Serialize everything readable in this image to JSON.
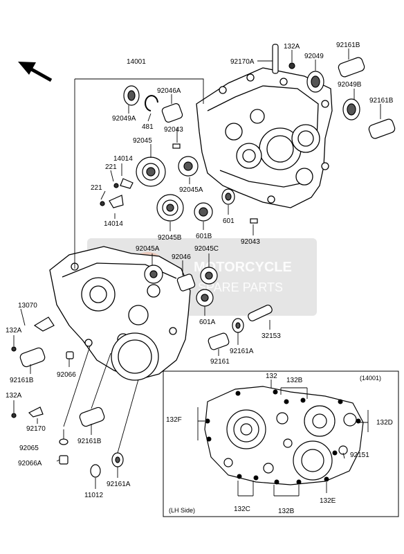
{
  "diagram": {
    "watermark": {
      "line1": "MOTORCYCLE",
      "line2": "SPARE PARTS"
    },
    "inset": {
      "header": "(14001)",
      "footer": "(LH Side)"
    },
    "labels": {
      "p14001": "14001",
      "p92170A": "92170A",
      "p132A_top": "132A",
      "p92049": "92049",
      "p92161B_top": "92161B",
      "p92049A": "92049A",
      "p92046A": "92046A",
      "p92049B": "92049B",
      "p92161B_right": "92161B",
      "p481": "481",
      "p92043_upper": "92043",
      "p92045": "92045",
      "p14014_a": "14014",
      "p221_a": "221",
      "p221_b": "221",
      "p14014_b": "14014",
      "p92045A_upper": "92045A",
      "p601": "601",
      "p601B": "601B",
      "p92045B": "92045B",
      "p92043_lower": "92043",
      "p92045A_lower": "92045A",
      "p92045C": "92045C",
      "p92046": "92046",
      "p601A": "601A",
      "p13070": "13070",
      "p132A_left": "132A",
      "p92161B_left": "92161B",
      "p92066": "92066",
      "p32153": "32153",
      "p92161A_mid": "92161A",
      "p92161": "92161",
      "p132A_low": "132A",
      "p92170": "92170",
      "p92161B_low": "92161B",
      "p92065": "92065",
      "p92066A": "92066A",
      "p11012": "11012",
      "p92161A_low": "92161A",
      "i132": "132",
      "i132B_top": "132B",
      "i132F": "132F",
      "i132D": "132D",
      "i92151": "92151",
      "i132C": "132C",
      "i132B_bottom": "132B",
      "i132E": "132E"
    }
  }
}
